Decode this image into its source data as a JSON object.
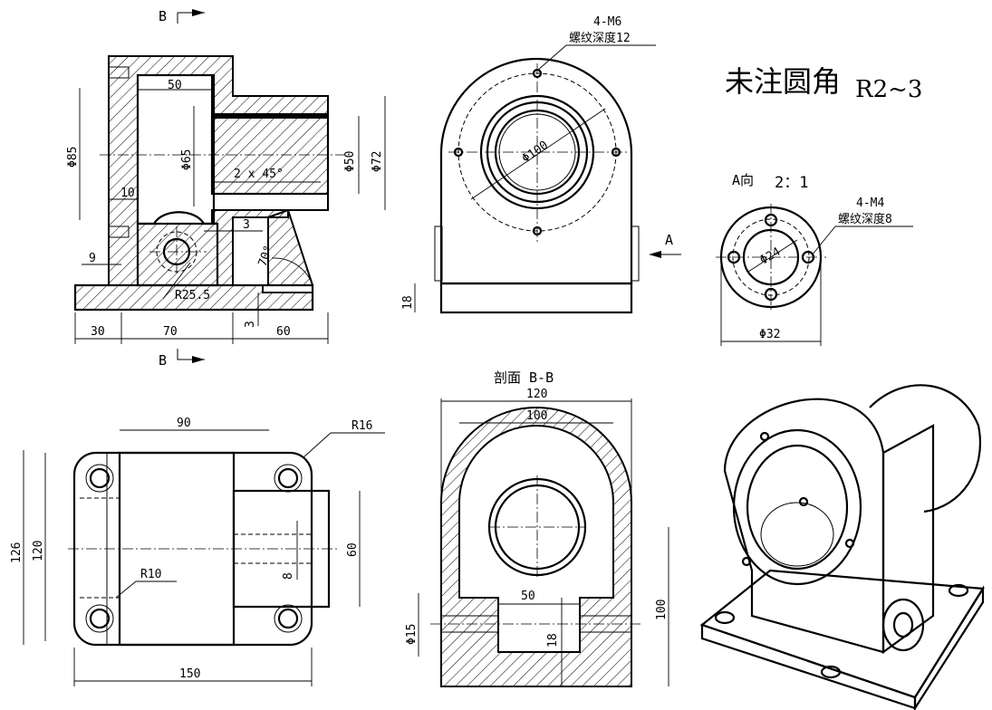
{
  "note": {
    "text": "未注圆角",
    "value": "R2~3"
  },
  "section_marks": {
    "top": "B",
    "bottom": "B"
  },
  "section_title": "剖面 B-B",
  "view_a": {
    "arrow_label": "A",
    "title": "A向",
    "scale": "2：1",
    "thread_spec": "4-M4",
    "thread_depth": "螺纹深度8",
    "dia_inner": "Φ24",
    "dia_outer": "Φ32"
  },
  "front_view": {
    "thread_spec": "4-M6",
    "thread_depth": "螺纹深度12",
    "dia_bolt_circle": "Φ100",
    "dim_18": "18"
  },
  "left_view": {
    "dim_50": "50",
    "dim_phi85": "Φ85",
    "dim_phi65": "Φ65",
    "dim_phi50": "Φ50",
    "dim_phi72": "Φ72",
    "chamfer": "2  x 45°",
    "dim_10": "10",
    "dim_3a": "3",
    "dim_9": "9",
    "angle": "70°",
    "radius": "R25.5",
    "dim_3b": "3",
    "dim_30": "30",
    "dim_70": "70",
    "dim_60": "60"
  },
  "top_view": {
    "dim_90": "90",
    "radius_16": "R16",
    "dim_126": "126",
    "dim_120": "120",
    "radius_10": "R10",
    "dim_60": "60",
    "dim_8": "8",
    "dim_150": "150"
  },
  "section_view": {
    "dim_120": "120",
    "dim_100": "100",
    "dim_50": "50",
    "dim_phi15": "Φ15",
    "dim_18": "18",
    "dim_100v": "100"
  }
}
